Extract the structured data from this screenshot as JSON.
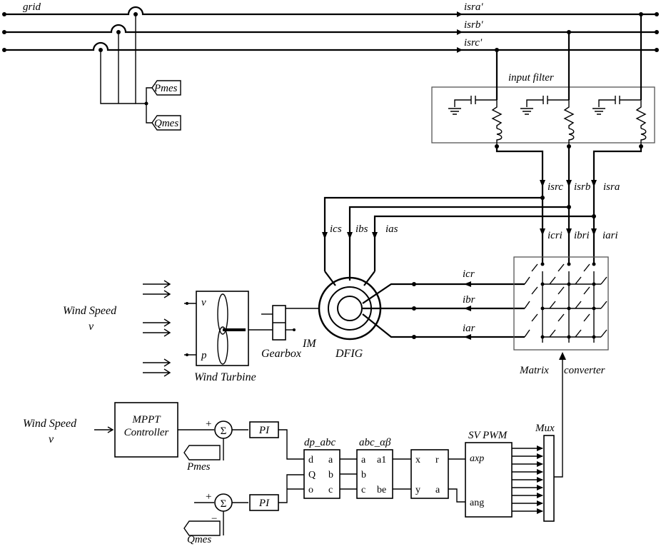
{
  "grid": {
    "label": "grid",
    "currents": [
      "isra'",
      "isrb'",
      "isrc'"
    ],
    "meters": [
      "Pmes",
      "Qmes"
    ]
  },
  "input_filter": {
    "label": "input filter"
  },
  "source_currents": [
    "isrc",
    "isrb",
    "isra"
  ],
  "converter_input_currents": [
    "icri",
    "ibri",
    "iari"
  ],
  "stator_currents": [
    "ics",
    "ibs",
    "ias"
  ],
  "rotor_currents": [
    "icr",
    "ibr",
    "iar"
  ],
  "wind_turbine": {
    "wind_label_1": "Wind Speed",
    "wind_label_2": "v",
    "port_v": "v",
    "port_p": "p",
    "label": "Wind Turbine"
  },
  "gearbox": {
    "label": "Gearbox",
    "im_label": "IM"
  },
  "dfig": {
    "label": "DFIG"
  },
  "matrix": {
    "label_1": "Matrix",
    "label_2": "converter"
  },
  "control": {
    "wind_label_1": "Wind Speed",
    "wind_label_2": "v",
    "mppt_line1": "MPPT",
    "mppt_line2": "Controller",
    "sum_symbol": "Σ",
    "pi": "PI",
    "pmes": "Pmes",
    "qmes": "Qmes",
    "plus": "+",
    "minus": "−",
    "dp_abc": {
      "title": "dp_abc",
      "in": [
        "d",
        "Q",
        "o"
      ],
      "out": [
        "a",
        "b",
        "c"
      ]
    },
    "abc_ab": {
      "title": "abc_αβ",
      "in": [
        "a",
        "b",
        "c"
      ],
      "out": [
        "a1",
        "be"
      ]
    },
    "xy": {
      "in": [
        "x",
        "y"
      ],
      "out": [
        "r",
        "a"
      ]
    },
    "svpwm": {
      "title": "SV PWM",
      "in": [
        "axp",
        "ang"
      ]
    },
    "mux": {
      "title": "Mux"
    }
  }
}
